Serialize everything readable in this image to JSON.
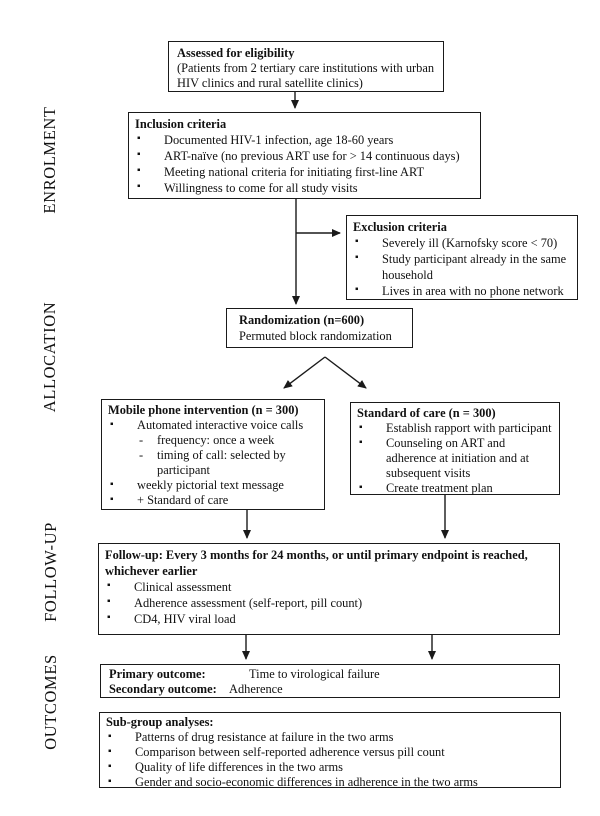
{
  "glyphs": {
    "bullet": "▪",
    "dash": "-"
  },
  "sideLabels": {
    "enrolment": "ENROLMENT",
    "allocation": "ALLOCATION",
    "followUp": "FOLLOW-UP",
    "outcomes": "OUTCOMES"
  },
  "boxes": {
    "assessed": {
      "title": "Assessed for eligibility",
      "body": "(Patients from 2 tertiary care institutions with urban HIV clinics and rural satellite clinics)"
    },
    "inclusion": {
      "title": "Inclusion criteria",
      "items": [
        "Documented HIV-1 infection, age 18-60 years",
        "ART-naïve (no previous ART use for > 14 continuous days)",
        "Meeting national criteria for initiating first-line ART",
        "Willingness to come for all study visits"
      ]
    },
    "exclusion": {
      "title": "Exclusion criteria",
      "items": [
        "Severely ill (Karnofsky score < 70)",
        "Study participant already in the same household",
        "Lives in area with no phone network"
      ]
    },
    "randomization": {
      "title": "Randomization (n=600)",
      "body": "Permuted block randomization"
    },
    "mobileArm": {
      "title": "Mobile phone intervention (n = 300)",
      "items": [
        {
          "text": "Automated interactive voice calls",
          "sub": [
            "frequency: once a week",
            "timing of call: selected by participant"
          ]
        },
        {
          "text": "weekly pictorial text message"
        },
        {
          "text": "+ Standard of care"
        }
      ]
    },
    "standardArm": {
      "title": "Standard of care (n = 300)",
      "items": [
        "Establish rapport with participant",
        "Counseling on ART and adherence at initiation and at subsequent visits",
        "Create treatment plan"
      ]
    },
    "followUp": {
      "title": "Follow-up: Every 3 months for 24 months, or until primary endpoint is reached, whichever earlier",
      "items": [
        "Clinical assessment",
        "Adherence assessment (self-report, pill count)",
        "CD4, HIV viral load"
      ]
    },
    "outcomes": {
      "rows": [
        {
          "label": "Primary outcome:",
          "value": "Time to virological failure"
        },
        {
          "label": "Secondary outcome:",
          "value": "Adherence"
        }
      ]
    },
    "subgroup": {
      "title": "Sub-group analyses:",
      "items": [
        "Patterns of drug resistance at failure in the two arms",
        "Comparison between self-reported adherence versus pill count",
        "Quality of life differences in the two arms",
        "Gender and socio-economic differences in adherence in the two arms"
      ]
    }
  }
}
